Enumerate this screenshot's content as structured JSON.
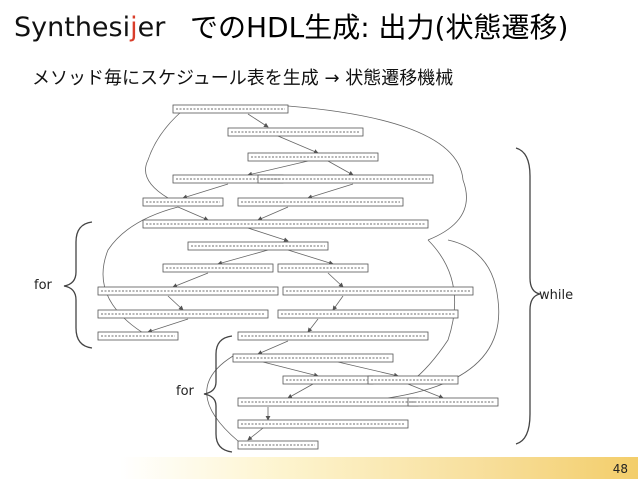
{
  "slide": {
    "logo_text_before": "Synthesi",
    "logo_text_j": "j",
    "logo_text_after": "er",
    "title_rest": "でのHDL生成: 出力(状態遷移)",
    "subtitle": "メソッド毎にスケジュール表を生成 → 状態遷移機械",
    "labels": {
      "for_outer": "for",
      "for_inner": "for",
      "while": "while"
    },
    "page_number": "48"
  }
}
